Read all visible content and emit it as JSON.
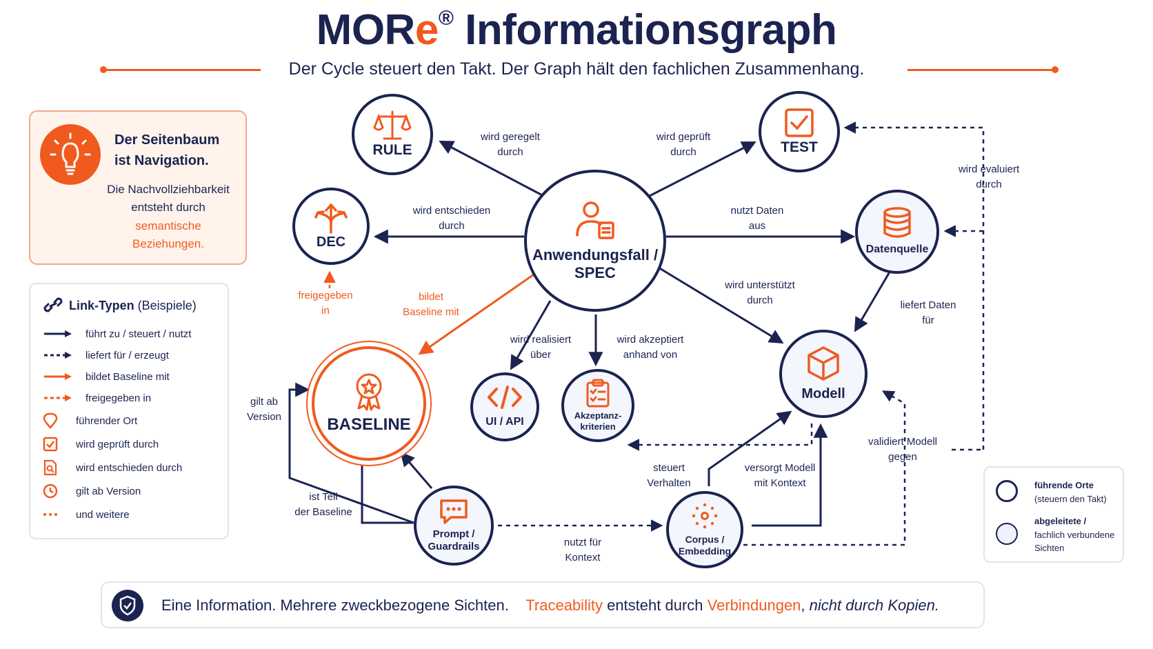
{
  "header": {
    "title_prefix": "MOR",
    "title_e": "e",
    "title_reg": "®",
    "title_suffix": " Informationsgraph",
    "subtitle": "Der Cycle steuert den Takt. Der Graph hält den fachlichen Zusammenhang."
  },
  "nodes": {
    "rule": "RULE",
    "test": "TEST",
    "dec": "DEC",
    "spec_line1": "Anwendungsfall /",
    "spec_line2": "SPEC",
    "datenquelle": "Datenquelle",
    "baseline": "BASELINE",
    "ui_api": "UI / API",
    "akzeptanz_line1": "Akzeptanz-",
    "akzeptanz_line2": "kriterien",
    "modell": "Modell",
    "prompt_line1": "Prompt /",
    "prompt_line2": "Guardrails",
    "corpus_line1": "Corpus /",
    "corpus_line2": "Embedding"
  },
  "edges": {
    "geregelt_1": "wird geregelt",
    "geregelt_2": "durch",
    "geprueft_1": "wird geprüft",
    "geprueft_2": "durch",
    "entschieden_1": "wird entschieden",
    "entschieden_2": "durch",
    "nutzt_1": "nutzt Daten",
    "nutzt_2": "aus",
    "evaluiert_1": "wird evaluiert",
    "evaluiert_2": "durch",
    "freigegeben_1": "freigegeben",
    "freigegeben_2": "in",
    "bildet_1": "bildet",
    "bildet_2": "Baseline mit",
    "unterstuetzt_1": "wird unterstützt",
    "unterstuetzt_2": "durch",
    "liefert_1": "liefert Daten",
    "liefert_2": "für",
    "realisiert_1": "wird realisiert",
    "realisiert_2": "über",
    "akzeptiert_1": "wird akzeptiert",
    "akzeptiert_2": "anhand von",
    "giltab_1": "gilt ab",
    "giltab_2": "Version",
    "validiert_1": "validiert Modell",
    "validiert_2": "gegen",
    "steuert_1": "steuert",
    "steuert_2": "Verhalten",
    "versorgt_1": "versorgt Modell",
    "versorgt_2": "mit Kontext",
    "istteil_1": "ist Teil",
    "istteil_2": "der Baseline",
    "kontext_1": "nutzt für",
    "kontext_2": "Kontext"
  },
  "infobox": {
    "heading_1": "Der Seitenbaum",
    "heading_2": "ist Navigation.",
    "text_1": "Die Nachvollziehbarkeit",
    "text_2": "entsteht durch",
    "text_3": "semantische",
    "text_4": "Beziehungen."
  },
  "legend": {
    "heading": "Link-Typen",
    "heading_suffix": " (Beispiele)",
    "items": [
      "führt zu / steuert / nutzt",
      "liefert für / erzeugt",
      "bildet Baseline mit",
      "freigegeben in",
      "führender Ort",
      "wird geprüft durch",
      "wird entschieden durch",
      "gilt ab Version",
      "und weitere"
    ]
  },
  "legend2": {
    "leading_1": "führende Orte",
    "leading_2": "(steuern den Takt)",
    "derived_1": "abgeleitete /",
    "derived_2": "fachlich verbundene",
    "derived_3": "Sichten"
  },
  "footer": {
    "part1": "Eine Information.  Mehrere zweckbezogene Sichten.",
    "part2": "Traceability",
    "part3": " entsteht durch ",
    "part4": "Verbindungen",
    "part5": ", ",
    "part6": "nicht durch Kopien."
  },
  "colors": {
    "navy": "#1b2350",
    "orange": "#f05a1e",
    "derived_fill": "#f4f6fd"
  }
}
